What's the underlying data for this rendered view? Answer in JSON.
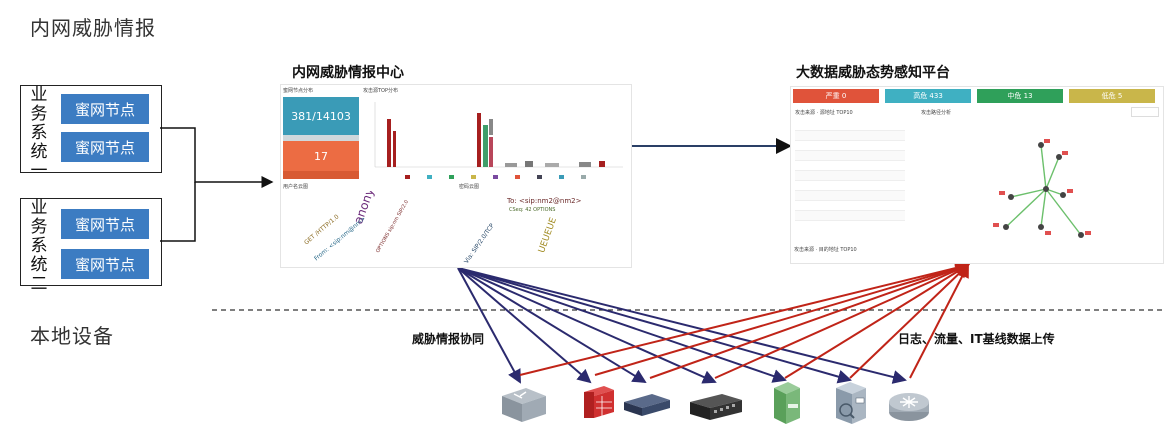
{
  "sections": {
    "intranet": "内网威胁情报",
    "local": "本地设备"
  },
  "groups": [
    {
      "label": [
        "业",
        "务",
        "系",
        "统",
        "一"
      ],
      "nodes": [
        "蜜网节点",
        "蜜网节点"
      ]
    },
    {
      "label": [
        "业",
        "务",
        "系",
        "统",
        "二"
      ],
      "nodes": [
        "蜜网节点",
        "蜜网节点"
      ]
    }
  ],
  "intel_center": {
    "title": "内网威胁情报中心",
    "stat_main": "381/14103",
    "stat_sub": "17",
    "panel_labels": [
      "蜜网节点分布",
      "攻击源TOP分布",
      "用户名云图",
      "密码云图"
    ]
  },
  "wordcloud_left": [
    "anonymous",
    "GET /HTTP/1.0",
    "From: <sip:nm@nm>",
    "OPTIONS sip:nm SIP/2.0"
  ],
  "wordcloud_right": [
    "To: <sip:nm2@nm2>",
    "Via: SIP/2.0/TCP",
    "CSeq: 42 OPTIONS",
    "UEUEUE"
  ],
  "situation_platform": {
    "title": "大数据威胁态势感知平台",
    "metrics": [
      {
        "label": "严重 0",
        "color": "#e0533a"
      },
      {
        "label": "高危 433",
        "color": "#3fb0c2"
      },
      {
        "label": "中危 13",
        "color": "#2fa05a"
      },
      {
        "label": "低危 5",
        "color": "#c9b64a"
      }
    ],
    "table_title": "攻击来源 · 源地址 TOP10",
    "table2_title": "攻击来源 · 目的地址 TOP10",
    "map_title": "攻击路径分析"
  },
  "flows": {
    "collab": "威胁情报协同",
    "upload": "日志、流量、IT基线数据上传"
  },
  "devices": [
    "switch-icon",
    "firewall-icon",
    "appliance-icon",
    "server-rack-icon",
    "server-icon",
    "database-icon",
    "router-icon"
  ],
  "colors": {
    "node": "#3c7cc2",
    "collab_line": "#2b2a6e",
    "upload_line": "#c02418"
  }
}
